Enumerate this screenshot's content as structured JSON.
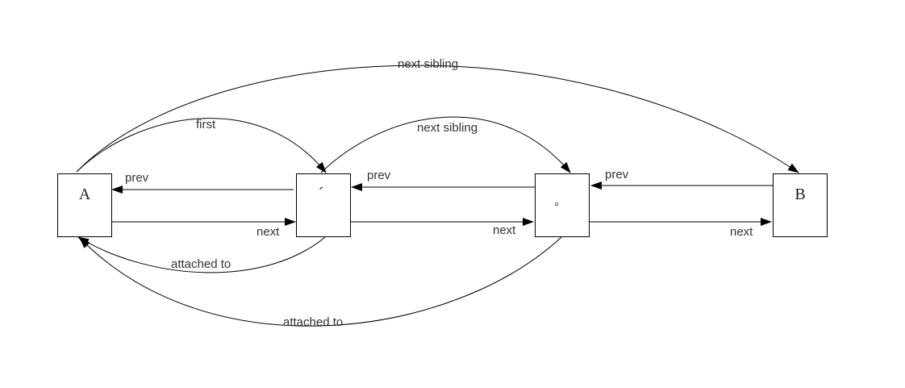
{
  "diagram": {
    "nodes": [
      {
        "id": "A",
        "label": "A"
      },
      {
        "id": "n1",
        "label": "´"
      },
      {
        "id": "n2",
        "label": "°"
      },
      {
        "id": "B",
        "label": "B"
      }
    ],
    "edges": [
      {
        "from": "n1",
        "to": "A",
        "label": "prev"
      },
      {
        "from": "A",
        "to": "n1",
        "label": "next"
      },
      {
        "from": "n2",
        "to": "n1",
        "label": "prev"
      },
      {
        "from": "n1",
        "to": "n2",
        "label": "next"
      },
      {
        "from": "B",
        "to": "n2",
        "label": "prev"
      },
      {
        "from": "n2",
        "to": "B",
        "label": "next"
      },
      {
        "from": "A",
        "to": "n1",
        "label": "first"
      },
      {
        "from": "n1",
        "to": "n2",
        "label": "next sibling"
      },
      {
        "from": "A",
        "to": "B",
        "label": "next sibling"
      },
      {
        "from": "n1",
        "to": "A",
        "label": "attached to"
      },
      {
        "from": "n2",
        "to": "A",
        "label": "attached to"
      }
    ],
    "colors": {
      "stroke": "#000000",
      "label": "#333333",
      "background": "#ffffff"
    }
  }
}
